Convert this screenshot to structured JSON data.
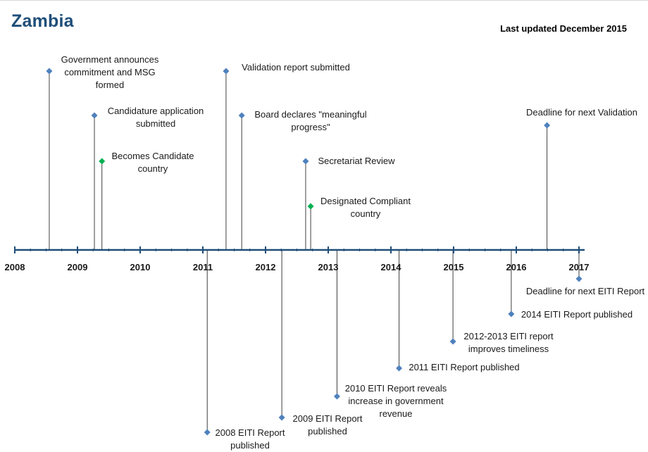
{
  "header": {
    "title": "Zambia",
    "updated": "Last updated December 2015"
  },
  "colors": {
    "axis": "#1f4e79",
    "marker_default": "#4f81bd",
    "marker_green": "#00b050",
    "stem": "#404040",
    "title": "#1f4e79"
  },
  "chart_data": {
    "type": "timeline",
    "title": "Zambia",
    "subtitle": "Last updated December 2015",
    "xlim": [
      2008,
      2017
    ],
    "ticks": [
      "2008",
      "2009",
      "2010",
      "2011",
      "2012",
      "2013",
      "2014",
      "2015",
      "2016",
      "2017"
    ],
    "events": [
      {
        "date": 2008.55,
        "label": [
          "Government announces",
          "commitment and MSG",
          "formed"
        ],
        "side": "above",
        "color": "blue"
      },
      {
        "date": 2009.27,
        "label": [
          "Candidature application",
          "submitted"
        ],
        "side": "above",
        "color": "blue"
      },
      {
        "date": 2009.39,
        "label": [
          "Becomes Candidate",
          "country"
        ],
        "side": "above",
        "color": "green"
      },
      {
        "date": 2011.37,
        "label": [
          "Validation report submitted"
        ],
        "side": "above",
        "color": "blue"
      },
      {
        "date": 2011.62,
        "label": [
          "Board declares \"meaningful",
          "progress\""
        ],
        "side": "above",
        "color": "blue"
      },
      {
        "date": 2012.64,
        "label": [
          "Secretariat Review"
        ],
        "side": "above",
        "color": "blue"
      },
      {
        "date": 2012.72,
        "label": [
          "Designated Compliant",
          "country"
        ],
        "side": "above",
        "color": "green"
      },
      {
        "date": 2016.49,
        "label": [
          "Deadline for next Validation"
        ],
        "side": "above",
        "color": "blue"
      },
      {
        "date": 2011.07,
        "label": [
          "2008 EITI Report",
          "published"
        ],
        "side": "below",
        "color": "blue"
      },
      {
        "date": 2012.26,
        "label": [
          "2009 EITI Report",
          "published"
        ],
        "side": "below",
        "color": "blue"
      },
      {
        "date": 2013.14,
        "label": [
          "2010 EITI Report reveals",
          "increase in government",
          "revenue"
        ],
        "side": "below",
        "color": "blue"
      },
      {
        "date": 2014.13,
        "label": [
          "2011 EITI Report published"
        ],
        "side": "below",
        "color": "blue"
      },
      {
        "date": 2014.99,
        "label": [
          "2012-2013 EITI report",
          "improves timeliness"
        ],
        "side": "below",
        "color": "blue"
      },
      {
        "date": 2015.92,
        "label": [
          "2014 EITI Report published"
        ],
        "side": "below",
        "color": "blue"
      },
      {
        "date": 2017.0,
        "label": [
          "Deadline for next EITI Report"
        ],
        "side": "below",
        "color": "blue"
      }
    ]
  }
}
